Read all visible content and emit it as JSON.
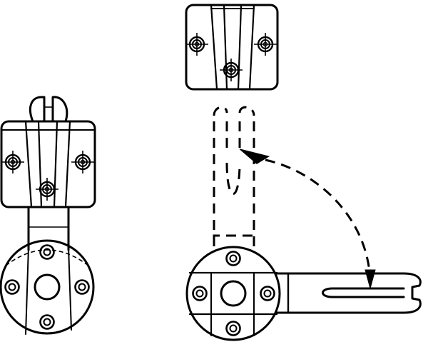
{
  "figure": {
    "views": [
      "mounted-bracket-initial-position",
      "mounted-bracket-rotated-position",
      "detached-clamp-block"
    ],
    "icons": [
      "bolt-head-icon",
      "crosshair-hole-icon",
      "rotation-arrow-icon"
    ],
    "colors": {
      "line": "#000000",
      "background": "#ffffff"
    }
  }
}
